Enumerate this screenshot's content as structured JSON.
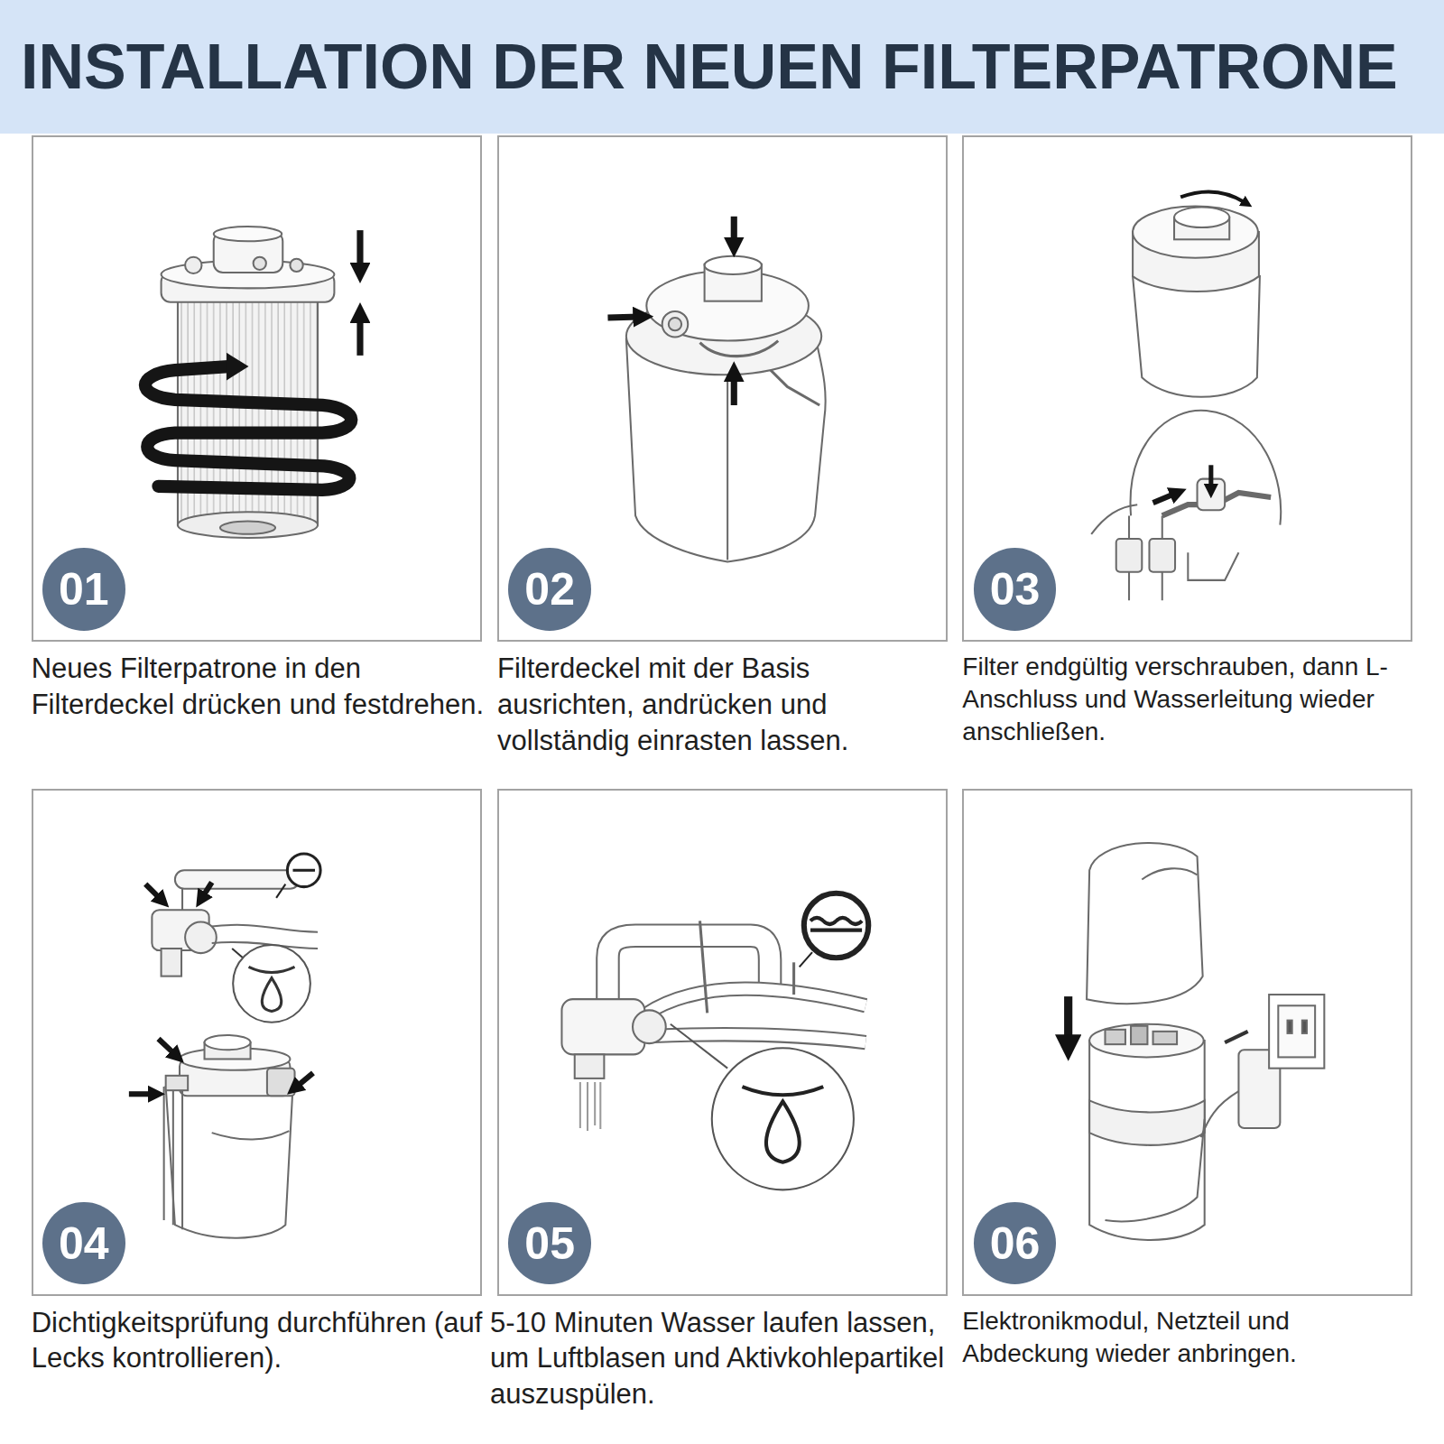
{
  "diagram": {
    "title": "INSTALLATION DER NEUEN FILTERPATRONE",
    "nodes": [
      {
        "text": [
          "Neues Filterpatrone in den Filterdeckel drücken und festdrehen."
        ]
      },
      {
        "text": [
          "01"
        ],
        "in": 0
      },
      {
        "text": [
          "Filterdeckel mit der Basis ausrichten, andrücken und vollständig einrasten lassen."
        ]
      },
      {
        "text": [
          "02"
        ],
        "in": 2
      },
      {
        "text": [
          "Filter endgültig verschrauben, dann L-Anschluss und Wasserleitung wieder anschließen."
        ]
      },
      {
        "text": [
          "03"
        ],
        "in": 4
      },
      {
        "text": [
          "Dichtigkeitsprüfung durchführen (auf Lecks kontrollieren)."
        ]
      },
      {
        "text": [
          "04"
        ],
        "in": 6
      },
      {
        "text": [
          "5-10 Minuten Wasser laufen lassen, um Luftblasen und Aktivkohlepartikel auszuspülen."
        ]
      },
      {
        "text": [
          "05"
        ],
        "in": 8
      },
      {
        "text": [
          "Elektronikmodul, Netzteil und Abdeckung wieder anbringen."
        ]
      },
      {
        "text": [
          "06"
        ],
        "in": 10
      }
    ]
  }
}
